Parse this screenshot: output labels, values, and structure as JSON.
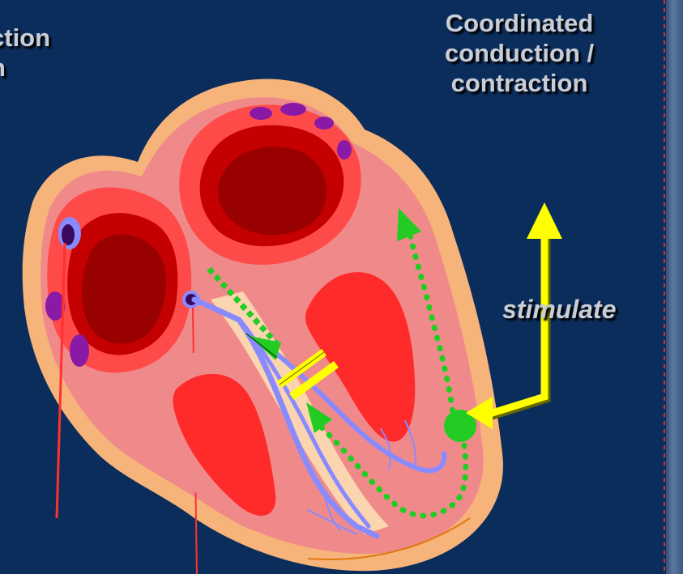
{
  "labels": {
    "left_cut": [
      "ction",
      "n"
    ],
    "coordinated": [
      "Coordinated",
      "conduction /",
      "contraction"
    ],
    "stimulate": "stimulate"
  },
  "colors": {
    "background": "#0b2d5c",
    "outer_tissue": "#f7b47a",
    "muscle_light": "#f08a8a",
    "muscle_mid": "#ff4a4a",
    "chamber": "#c40000",
    "conduction": "#8a8aff",
    "conduction_path": "#22cc22",
    "block": "#ffff00",
    "stimulus": "#ffff00",
    "electrode_node": "#8a1aa6"
  }
}
